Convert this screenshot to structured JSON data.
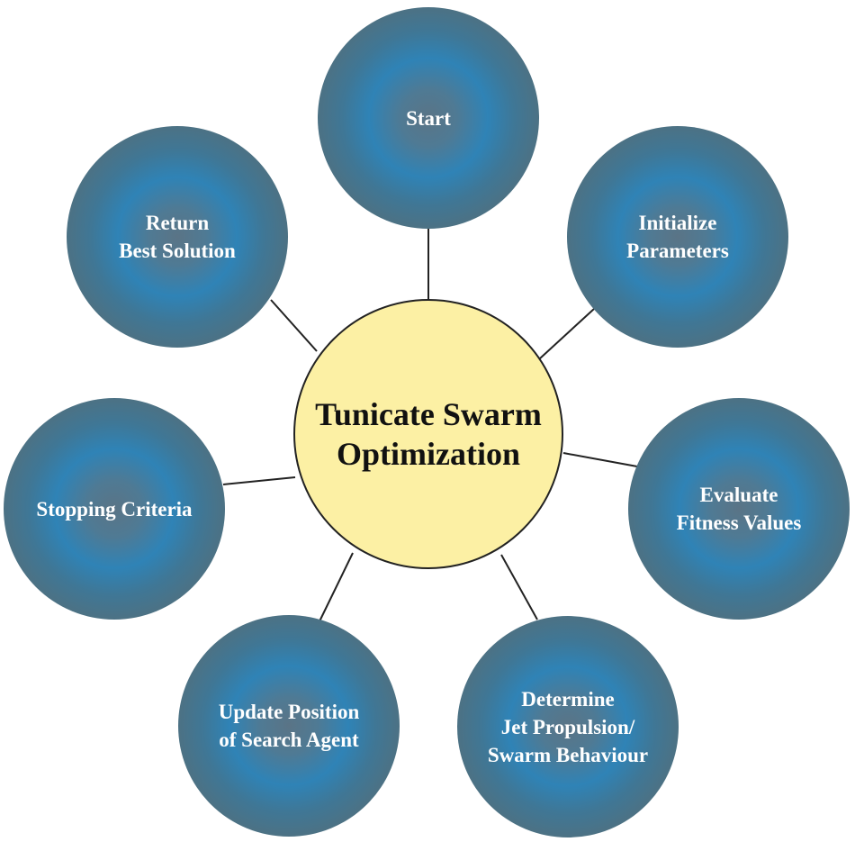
{
  "center": {
    "label": "Tunicate Swarm\nOptimization"
  },
  "steps": [
    {
      "id": "start",
      "label": "Start"
    },
    {
      "id": "initialize",
      "label": "Initialize\nParameters"
    },
    {
      "id": "evaluate",
      "label": "Evaluate\nFitness Values"
    },
    {
      "id": "determine",
      "label": "Determine\nJet Propulsion/\nSwarm Behaviour"
    },
    {
      "id": "update",
      "label": "Update Position\nof Search Agent"
    },
    {
      "id": "stopping",
      "label": "Stopping Criteria"
    },
    {
      "id": "return",
      "label": "Return\nBest Solution"
    }
  ],
  "colors": {
    "center_fill": "#fcf0a4",
    "outer_fill_edge": "#54707f",
    "outer_fill_glow": "#2f83b6",
    "connector": "#222222",
    "outer_text": "#ffffff",
    "center_text": "#111111"
  }
}
